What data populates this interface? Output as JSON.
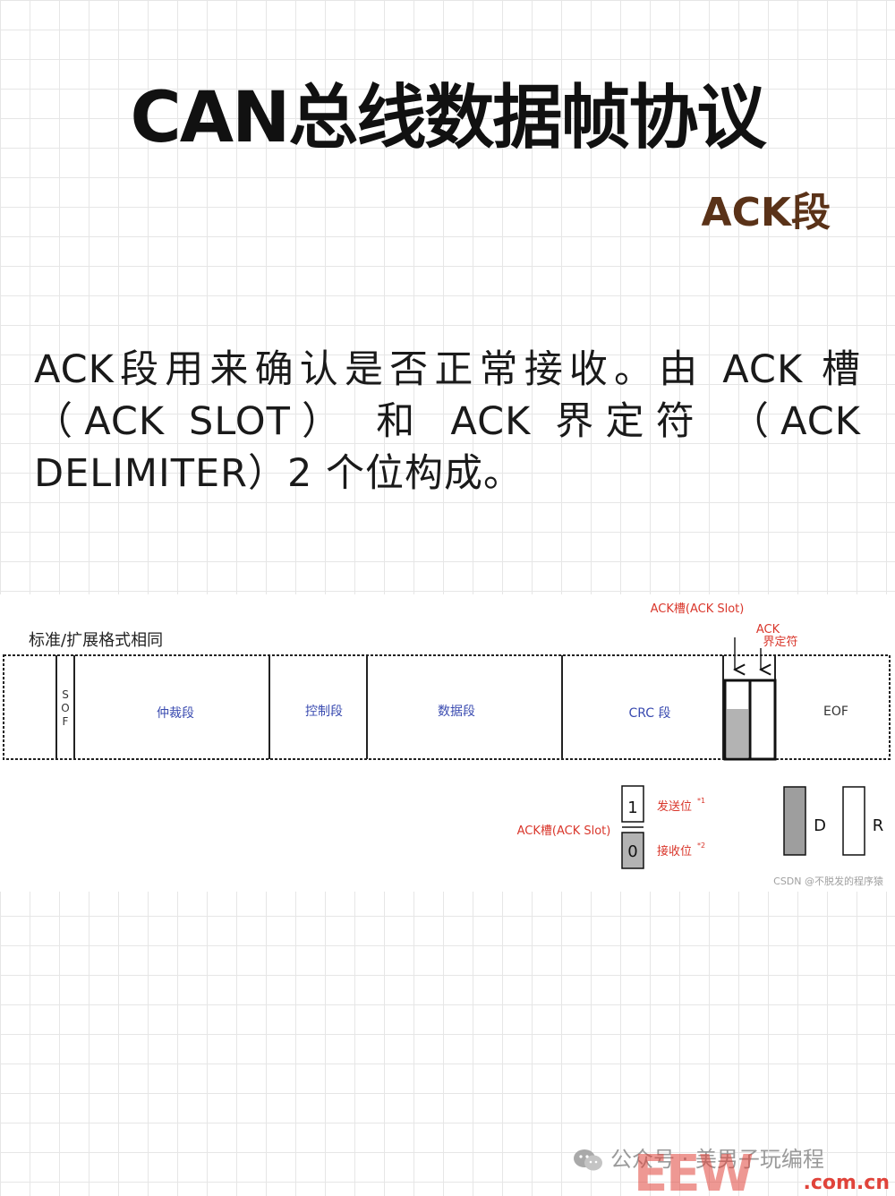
{
  "title": "CAN总线数据帧协议",
  "subtitle": "ACK段",
  "intro": "ACK段用来确认是否正常接收。由 ACK 槽（ACK SLOT） 和 ACK 界定符 （ACK DELIMITER）2 个位构成。",
  "figure": {
    "frame_label": "标准/扩展格式相同",
    "ack_slot_label": "ACK槽(ACK Slot)",
    "ack_delimiter_label_line1": "ACK",
    "ack_delimiter_label_line2": "界定符",
    "fields": {
      "sof": "SOF",
      "arbitration": "仲裁段",
      "control": "控制段",
      "data": "数据段",
      "crc": "CRC 段",
      "eof": "EOF"
    },
    "legend": {
      "slot_label": "ACK槽(ACK Slot)",
      "send_value": "1",
      "send_label": "发送位",
      "send_note": "*1",
      "receive_value": "0",
      "receive_label": "接收位",
      "receive_note": "*2",
      "dominant": "D",
      "recessive": "R"
    },
    "credit": "CSDN @不脱发的程序猿"
  },
  "footer": {
    "text": "公众号 · 美男子玩编程",
    "logo_text": "EEW",
    "logo_sub": ".com.cn"
  },
  "colors": {
    "title": "#111111",
    "subtitle": "#5a3218",
    "red_label": "#d9362b",
    "field_text": "#3a4bb0",
    "logo_red": "#e0433a",
    "bit_fill": "#b3b3b3"
  }
}
